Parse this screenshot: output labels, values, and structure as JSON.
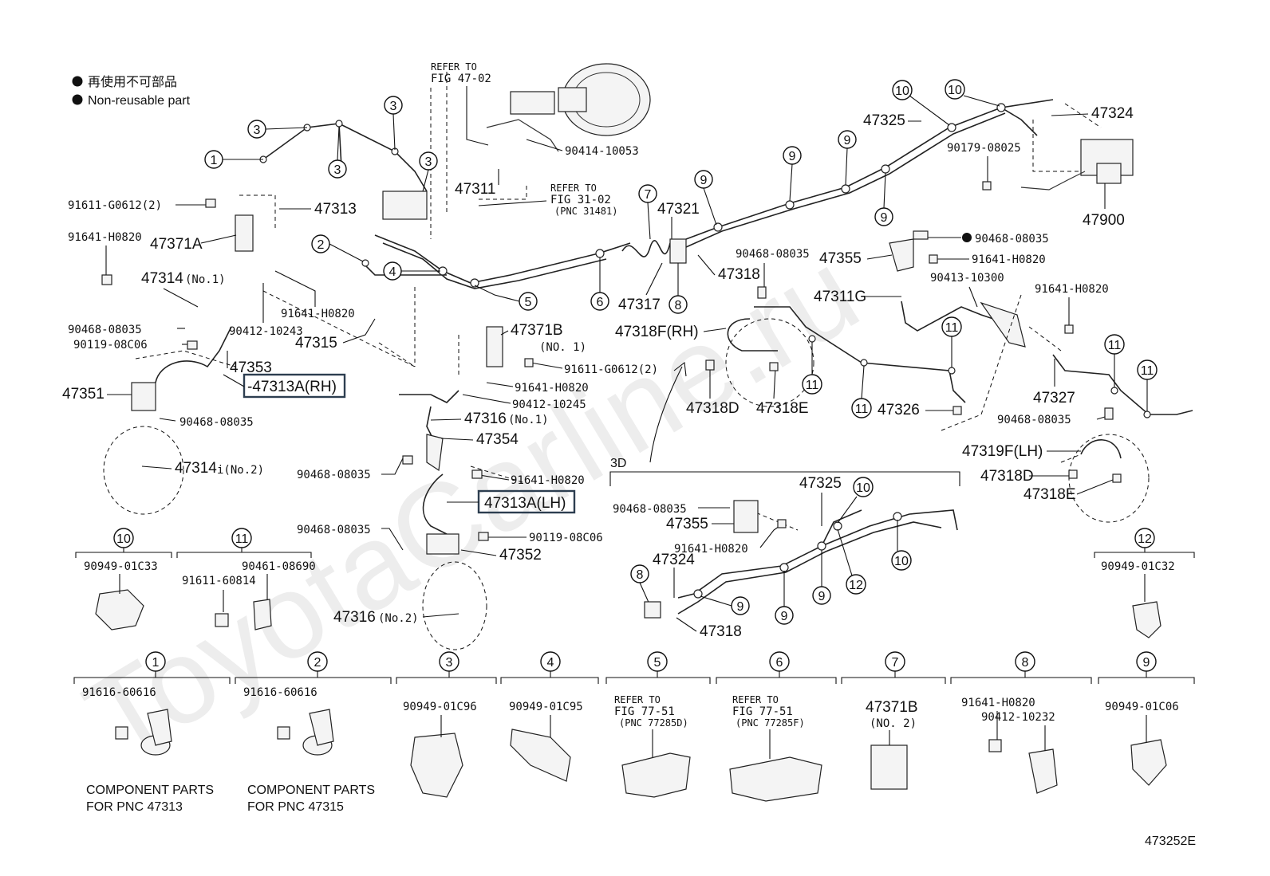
{
  "legend": {
    "jp": "再使用不可部品",
    "en": "Non-reusable part"
  },
  "watermark": "ToyotaCarline.ru",
  "figure_code": "473252E",
  "refer_top": {
    "l1": "REFER TO",
    "l2": "FIG 47-02"
  },
  "refer_mid": {
    "l1": "REFER TO",
    "l2": "FIG 31-02",
    "l3": "(PNC 31481)"
  },
  "labels": {
    "p91611_g0612_a": "91611-G0612(2)",
    "p47313": "47313",
    "p91641_h0820_a": "91641-H0820",
    "p47371a": "47371A",
    "p47314_no1": "47314",
    "p47314_no1_sub": "(No.1)",
    "p91641_h0820_b": "91641-H0820",
    "p90412_10243": "90412-10243",
    "p90468_08035_a": "90468-08035",
    "p90119_08c06_a": "90119-08C06",
    "p47315": "47315",
    "p47353": "47353",
    "p47313a_rh": "-47313A(RH)",
    "p47351": "47351",
    "p90468_08035_b": "90468-08035",
    "p47314_no2": "47314",
    "p47314_no2_sub": "i(No.2)",
    "p90414_10053": "90414-10053",
    "p47311": "47311",
    "p47371b": "47371B",
    "p47371b_sub": "(NO. 1)",
    "p91611_g0612_b": "91611-G0612(2)",
    "p91641_h0820_c": "91641-H0820",
    "p90412_10245": "90412-10245",
    "p47316_no1": "47316",
    "p47316_no1_sub": "(No.1)",
    "p47354": "47354",
    "p90468_08035_c": "90468-08035",
    "p91641_h0820_d": "91641-H0820",
    "p47313a_lh": "47313A(LH)",
    "p90468_08035_d": "90468-08035",
    "p90119_08c06_b": "90119-08C06",
    "p47352": "47352",
    "p47316_no2": "47316",
    "p47316_no2_sub": "(No.2)",
    "p47321": "47321",
    "p47317": "47317",
    "p47318_a": "47318",
    "p47318f_rh": "47318F(RH)",
    "p47318d_a": "47318D",
    "p47318e_a": "47318E",
    "p47326": "47326",
    "p90468_08035_e": "90468-08035",
    "p47355_a": "47355",
    "p47311g": "47311G",
    "p47325_a": "47325",
    "p47324_a": "47324",
    "p90179_08025": "90179-08025",
    "p47900": "47900",
    "p90468_08035_f": "90468-08035",
    "p91641_h0820_e": "91641-H0820",
    "p90413_10300": "90413-10300",
    "p91641_h0820_f": "91641-H0820",
    "p47327": "47327",
    "p90468_08035_g": "90468-08035",
    "p47319f_lh": "47319F(LH)",
    "p47318d_b": "47318D",
    "p47318e_b": "47318E",
    "p3d": "3D",
    "p47325_b": "47325",
    "p90468_08035_h": "90468-08035",
    "p47355_b": "47355",
    "p91641_h0820_g": "91641-H0820",
    "p47324_b": "47324",
    "p47318_b": "47318"
  },
  "clamps": [
    {
      "no": "10",
      "part": "90949-01C33"
    },
    {
      "no": "11",
      "part": "90461-08690",
      "part2": "91611-60814"
    },
    {
      "no": "12",
      "part": "90949-01C32"
    },
    {
      "no": "1",
      "part": "91616-60616",
      "note1": "COMPONENT PARTS",
      "note2": "FOR PNC 47313"
    },
    {
      "no": "2",
      "part": "91616-60616",
      "note1": "COMPONENT PARTS",
      "note2": "FOR PNC 47315"
    },
    {
      "no": "3",
      "part": "90949-01C96"
    },
    {
      "no": "4",
      "part": "90949-01C95"
    },
    {
      "no": "5",
      "part": "REFER TO",
      "part2": "FIG 77-51",
      "part3": "(PNC 77285D)"
    },
    {
      "no": "6",
      "part": "REFER TO",
      "part2": "FIG 77-51",
      "part3": "(PNC 77285F)"
    },
    {
      "no": "7",
      "part": "47371B",
      "part2": "(NO. 2)"
    },
    {
      "no": "8",
      "part": "91641-H0820",
      "part2": "90412-10232"
    },
    {
      "no": "9",
      "part": "90949-01C06"
    }
  ],
  "circle_numbers": [
    "1",
    "2",
    "3",
    "4",
    "5",
    "6",
    "7",
    "8",
    "9",
    "10",
    "11",
    "12"
  ]
}
